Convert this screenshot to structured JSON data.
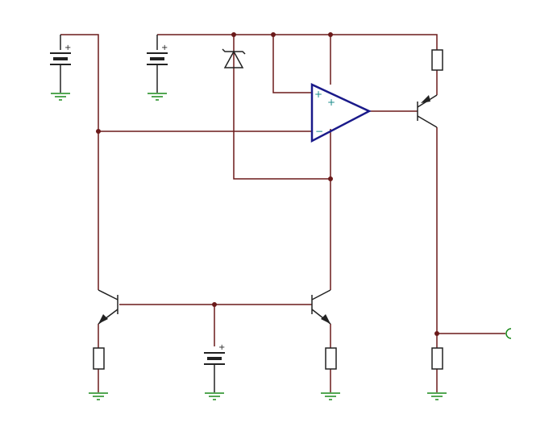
{
  "colors": {
    "wire": "#6b1a1a",
    "ground": "#1a8a1a",
    "opamp": "#1a1a8a",
    "component": "#222222",
    "pin_label": "#1a8a8a"
  },
  "labels": {
    "battery_polarity": "+",
    "opamp_plus": "+",
    "opamp_minus": "−",
    "opamp_inner_plus": "+"
  },
  "components": {
    "batteries": 3,
    "resistors": 4,
    "transistors": 3,
    "zener_diodes": 1,
    "op_amps": 1,
    "ground_symbols": 6,
    "output_terminals": 1
  }
}
